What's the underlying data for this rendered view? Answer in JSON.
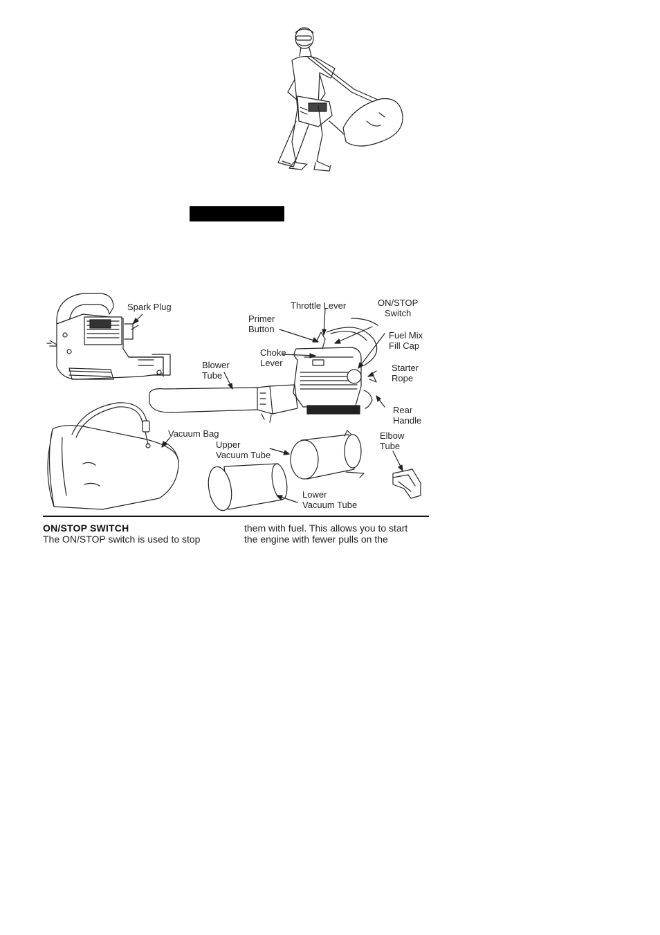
{
  "labels": {
    "spark_plug": "Spark Plug",
    "throttle_lever": "Throttle Lever",
    "on_stop_switch": [
      "ON/STOP",
      "Switch"
    ],
    "primer_button": [
      "Primer",
      "Button"
    ],
    "fuel_mix_fill_cap": [
      "Fuel Mix",
      "Fill Cap"
    ],
    "choke_lever": [
      "Choke",
      "Lever"
    ],
    "blower_tube": [
      "Blower",
      "Tube"
    ],
    "starter_rope": [
      "Starter",
      "Rope"
    ],
    "rear_handle": [
      "Rear",
      "Handle"
    ],
    "vacuum_bag": "Vacuum Bag",
    "elbow_tube": [
      "Elbow",
      "Tube"
    ],
    "upper_vacuum_tube": [
      "Upper",
      "Vacuum Tube"
    ],
    "lower_vacuum_tube": [
      "Lower",
      "Vacuum Tube"
    ]
  },
  "section": {
    "heading": "ON/STOP SWITCH",
    "col1_line1": "The ON/STOP switch is used to stop",
    "col2_line1": "them with fuel. This allows you to start",
    "col2_line2": "the engine with fewer pulls on the"
  }
}
